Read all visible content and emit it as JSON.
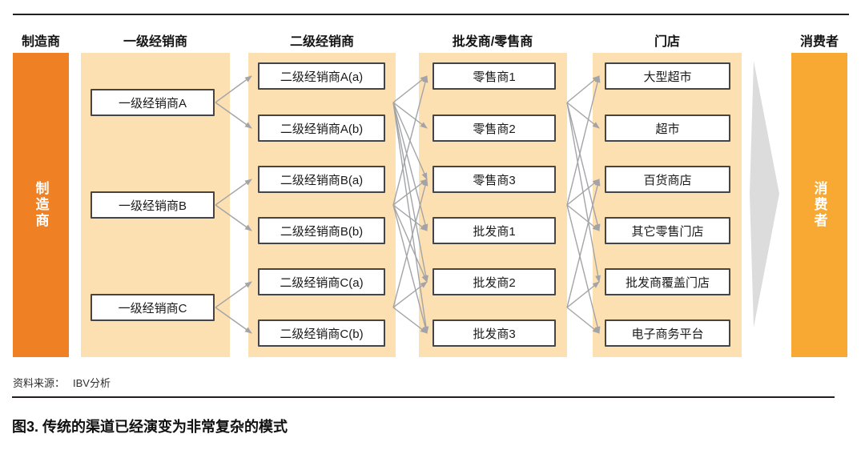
{
  "figure": {
    "source_label": "资料来源：",
    "source_value": "IBV分析",
    "caption": "图3. 传统的渠道已经演变为非常复杂的模式"
  },
  "colors": {
    "manufacturer_column": "#EF8023",
    "consumer_column": "#F7A933",
    "stage_column_bg": "#FCE0B2",
    "connector_grey": "#A2A4A7",
    "big_flow_arrow_grey": "#DCDCDC",
    "box_border": "#454545",
    "rule_black": "#231F20"
  },
  "columns": [
    {
      "id": "manufacturer",
      "header": "制造商",
      "type": "solid",
      "label": "制造商"
    },
    {
      "id": "tier1",
      "header": "一级经销商",
      "type": "boxes",
      "boxes": [
        "一级经销商A",
        "一级经销商B",
        "一级经销商C"
      ]
    },
    {
      "id": "tier2",
      "header": "二级经销商",
      "type": "boxes",
      "boxes": [
        "二级经销商A(a)",
        "二级经销商A(b)",
        "二级经销商B(a)",
        "二级经销商B(b)",
        "二级经销商C(a)",
        "二级经销商C(b)"
      ]
    },
    {
      "id": "wholesale",
      "header": "批发商/零售商",
      "type": "boxes",
      "boxes": [
        "零售商1",
        "零售商2",
        "零售商3",
        "批发商1",
        "批发商2",
        "批发商3"
      ]
    },
    {
      "id": "stores",
      "header": "门店",
      "type": "boxes",
      "boxes": [
        "大型超市",
        "超市",
        "百货商店",
        "其它零售门店",
        "批发商覆盖门店",
        "电子商务平台"
      ]
    },
    {
      "id": "consumer",
      "header": "消费者",
      "type": "solid",
      "label": "消费者"
    }
  ],
  "flows": {
    "tier1_to_tier2": [
      [
        0,
        [
          0,
          1
        ]
      ],
      [
        1,
        [
          2,
          3
        ]
      ],
      [
        2,
        [
          4,
          5
        ]
      ]
    ],
    "tier2_to_wholesale": [
      [
        0,
        [
          0,
          1,
          2,
          3,
          4,
          5
        ]
      ],
      [
        1,
        [
          0,
          2,
          3,
          4,
          5
        ]
      ],
      [
        2,
        [
          2,
          4,
          5
        ]
      ]
    ],
    "wholesale_to_stores": [
      [
        0,
        [
          0,
          1,
          3,
          4
        ]
      ],
      [
        1,
        [
          0,
          2,
          3,
          5
        ]
      ],
      [
        2,
        [
          2,
          4,
          5
        ]
      ]
    ]
  }
}
